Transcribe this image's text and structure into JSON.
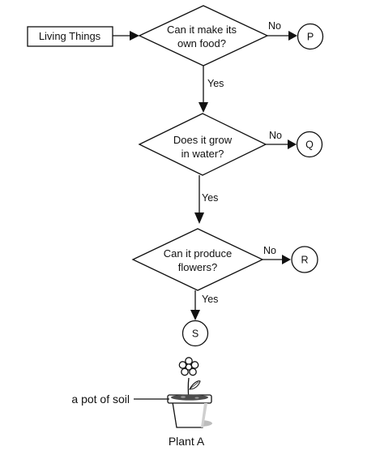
{
  "start": {
    "label": "Living Things"
  },
  "questions": [
    {
      "line1": "Can it make its",
      "line2": "own food?"
    },
    {
      "line1": "Does it grow",
      "line2": "in water?"
    },
    {
      "line1": "Can it produce",
      "line2": "flowers?"
    }
  ],
  "branches": {
    "no": "No",
    "yes": "Yes"
  },
  "outcomes": {
    "p": "P",
    "q": "Q",
    "r": "R",
    "s": "S"
  },
  "illustration": {
    "pointer_label": "a pot of soil",
    "caption": "Plant A"
  }
}
